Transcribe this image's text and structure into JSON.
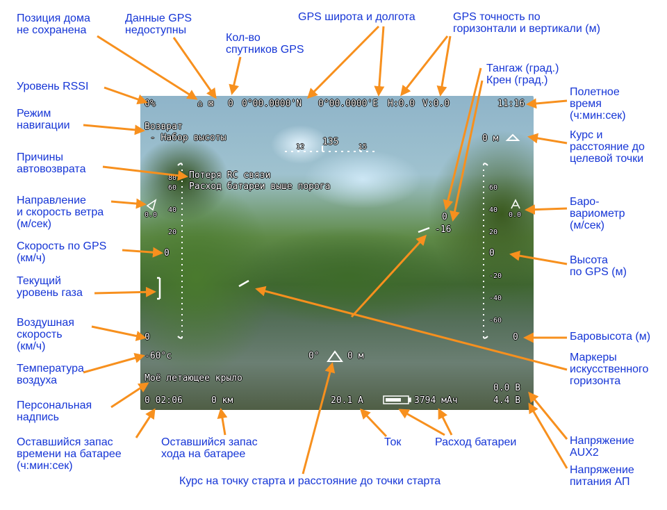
{
  "labels": {
    "home_not_saved": "Позиция дома\nне сохранена",
    "gps_unavailable": "Данные GPS\nнедоступны",
    "sat_count": "Кол-во\nспутников GPS",
    "gps_latlon": "GPS широта и долгота",
    "gps_accuracy": "GPS точность по\nгоризонтали и вертикали (м)",
    "pitch_roll": "Тангаж (град.)\nКрен (град.)",
    "rssi": "Уровень RSSI",
    "nav_mode": "Режим\nнавигации",
    "flight_time": "Полетное\nвремя\n(ч:мин:сек)",
    "heading_target": "Курс и\nрасстояние до\nцелевой точки",
    "rth_reasons": "Причины\nавтовозврата",
    "wind": "Направление\nи скорость ветра\n(м/сек)",
    "vario": "Баро-\nвариометр\n(м/сек)",
    "gps_speed": "Скорость по GPS\n(км/ч)",
    "gps_alt": "Высота\nпо GPS (м)",
    "throttle": "Текущий\nуровень газа",
    "airspeed": "Воздушная\nскорость\n(км/ч)",
    "baro_alt": "Баровысота (м)",
    "air_temp": "Температура\nвоздуха",
    "horizon_markers": "Маркеры\nискусственного\nгоризонта",
    "personal_text": "Персональная\nнадпись",
    "aux2_voltage": "Напряжение\nAUX2",
    "fc_voltage": "Напряжение\nпитания АП",
    "battery_time": "Оставшийся запас\nвремени на батарее\n(ч:мин:сек)",
    "battery_range": "Оставшийся запас\nхода на батарее",
    "current": "Ток",
    "battery_usage": "Расход батареи",
    "home_heading": "Курс на точку старта и расстояние до точки старта"
  },
  "osd": {
    "rssi": "0%",
    "sat_icons": "⌂ ⊠",
    "sat_count": "0",
    "latitude": "0°00.0000'N",
    "longitude": "0°00.0000'E",
    "hdop": "H:0.0",
    "vdop": "V:0.0",
    "flight_time": "11:16",
    "mode_line1": "Возврат",
    "mode_line2": " - Набор высоты",
    "target_dist": "0 м",
    "heading_left": "12",
    "heading_center": "135",
    "heading_right": "15",
    "rth_reason1": "Потеря RC связи",
    "rth_reason2": "Расход батареи выше порога",
    "left_scale": [
      "80",
      "60",
      "40",
      "20"
    ],
    "right_scale": [
      "60",
      "40",
      "20",
      "-20",
      "-40",
      "-60"
    ],
    "wind_speed": "0.0",
    "vario_value": "0.0",
    "pitch": "0",
    "roll": "-16",
    "gps_speed": "0",
    "gps_alt": "0",
    "airspeed": "0",
    "baro_alt": "0",
    "temperature": "-60°c",
    "home_heading": "0°",
    "home_dist": "0 м",
    "craft_name": "Моё летающее крыло",
    "battery_time": "0 02:06",
    "battery_range": "0 км",
    "current": "20.1 A",
    "mah": "3794 мАч",
    "aux2": "0.0 B",
    "fc_volt": "4.4 B"
  },
  "colors": {
    "label": "#1535d6",
    "arrow": "#f7901e",
    "osd_text": "#ffffff"
  }
}
